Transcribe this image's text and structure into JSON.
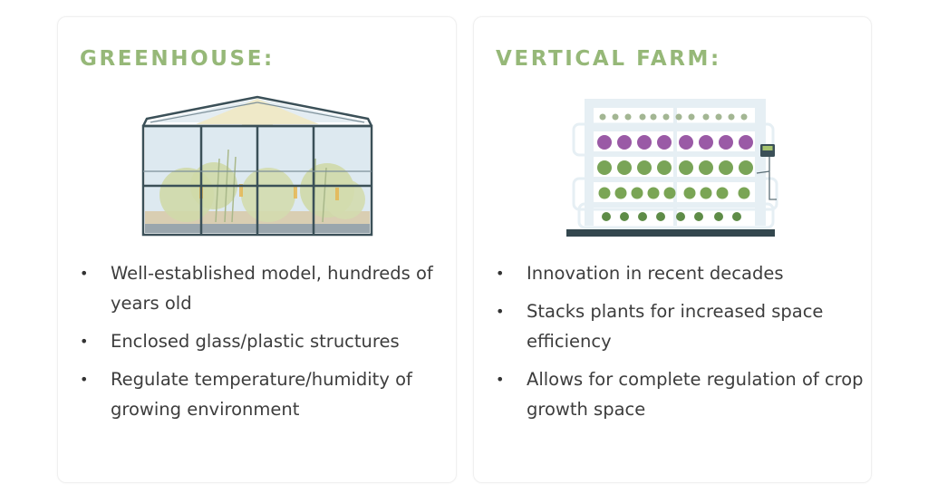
{
  "colors": {
    "heading": "#96b878",
    "text": "#3d3d3d",
    "frame": "#3b5058"
  },
  "greenhouse": {
    "title": "GREENHOUSE:",
    "illustration_icon": "greenhouse-illustration",
    "bullets": [
      "Well-established model, hundreds of years old",
      "Enclosed glass/plastic structures",
      "Regulate temperature/humidity of growing environment"
    ]
  },
  "vertical_farm": {
    "title": "VERTICAL FARM:",
    "illustration_icon": "vertical-farm-illustration",
    "bullets": [
      "Innovation in recent decades",
      "Stacks plants for increased space efficiency",
      "Allows for complete regulation of crop growth space"
    ]
  }
}
